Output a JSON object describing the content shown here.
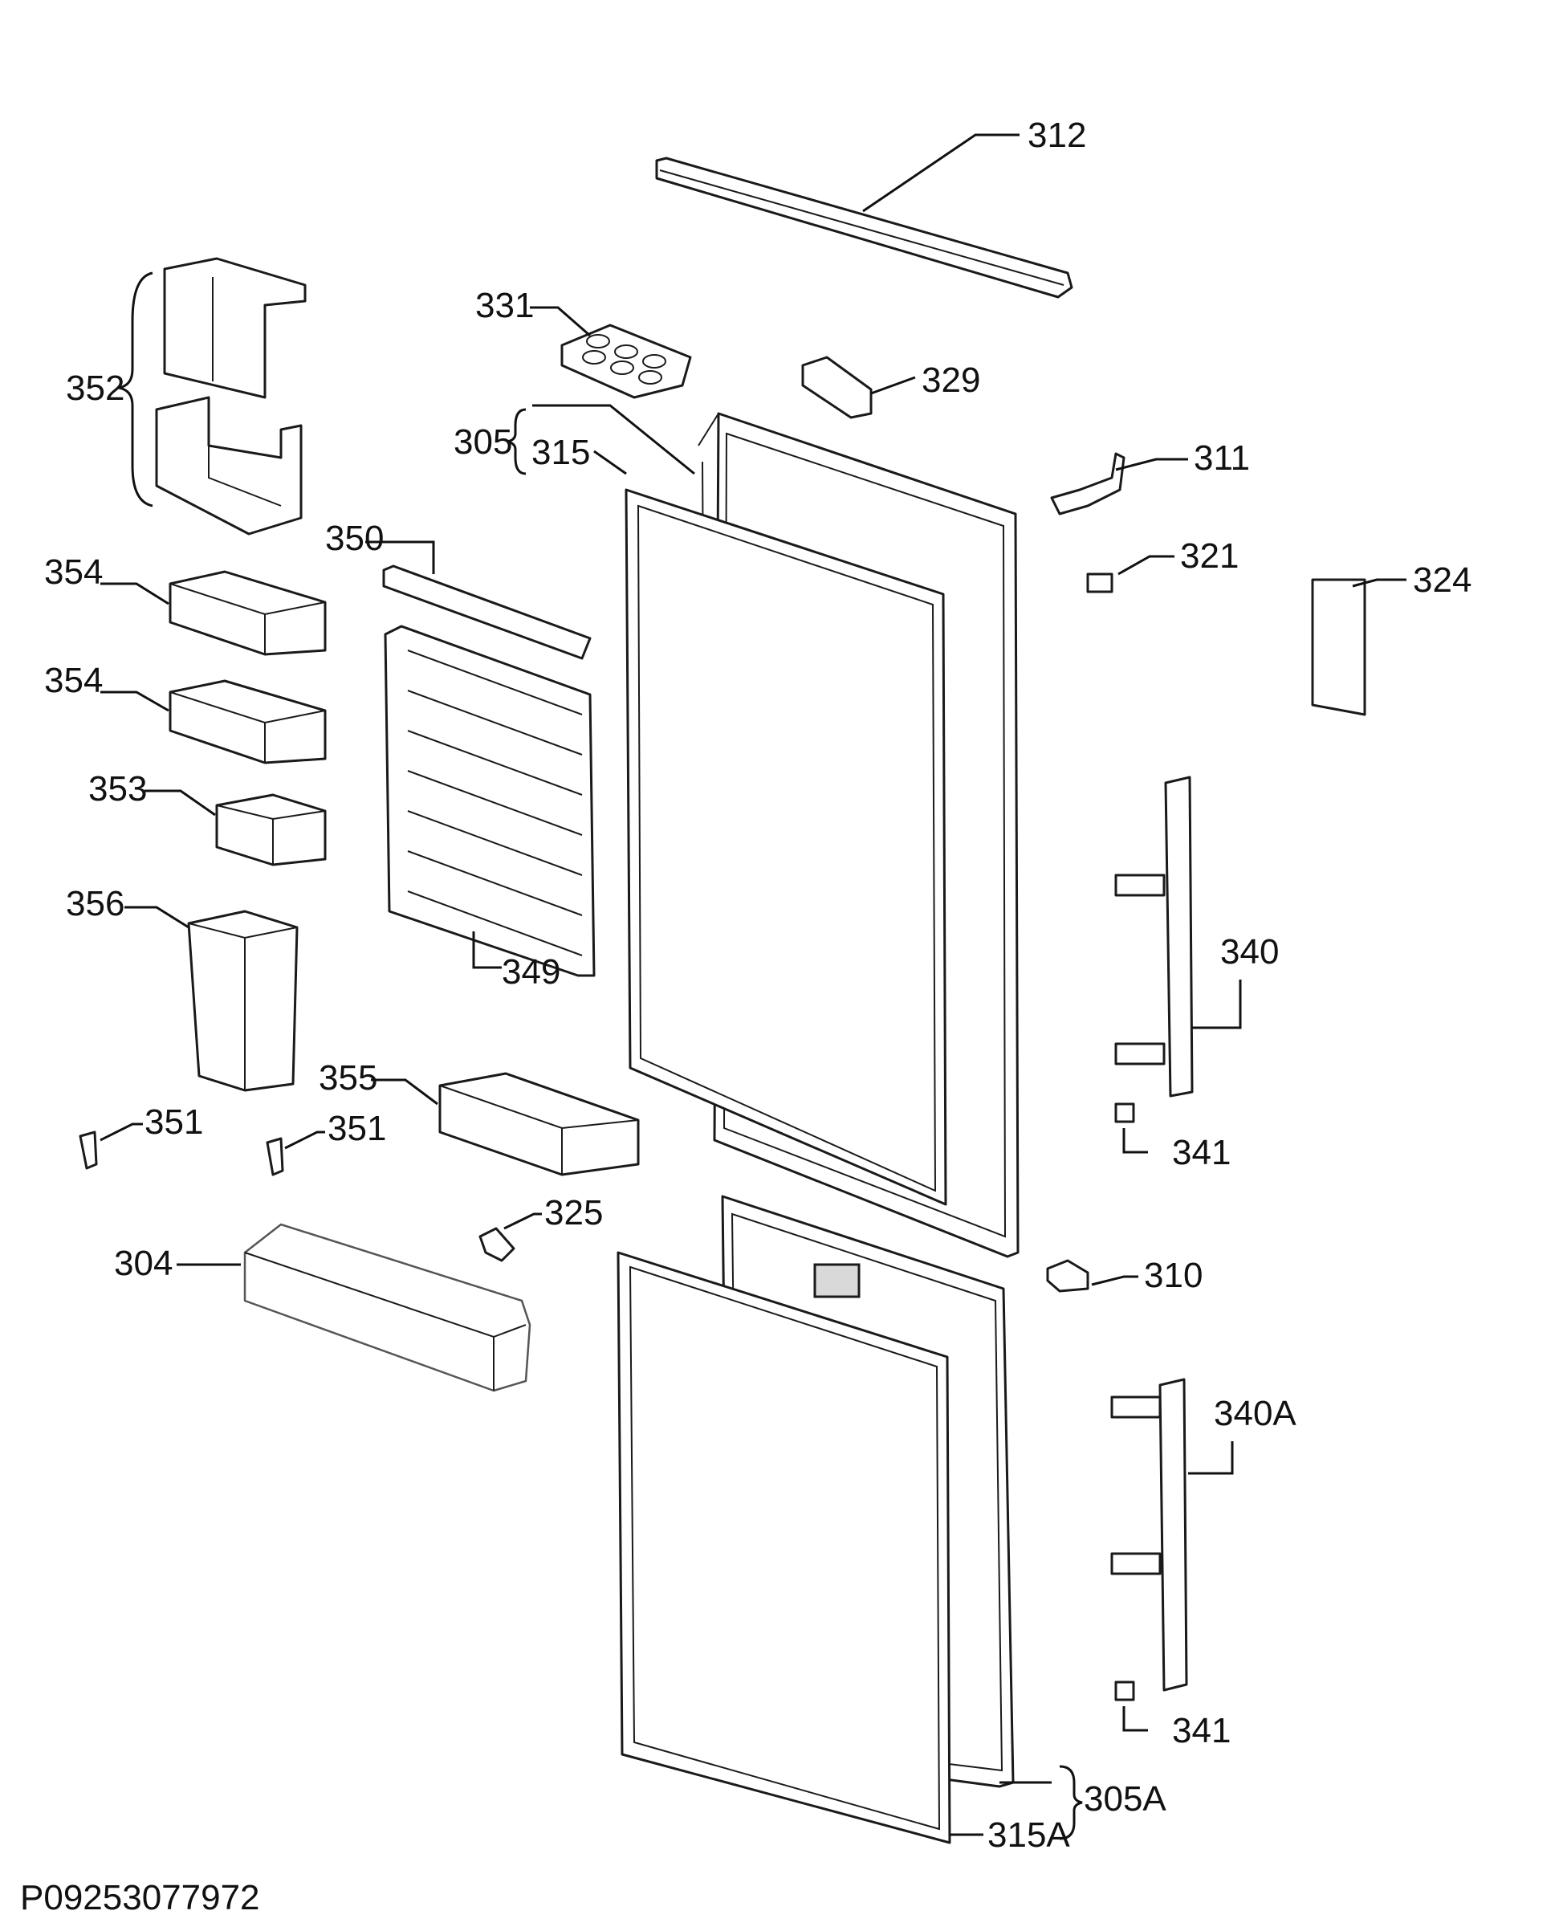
{
  "labels": {
    "p312": "312",
    "p331": "331",
    "p329": "329",
    "p352": "352",
    "p305": "305",
    "p315": "315",
    "p311": "311",
    "p321": "321",
    "p324": "324",
    "p350": "350",
    "p354a": "354",
    "p354b": "354",
    "p353": "353",
    "p356": "356",
    "p349": "349",
    "p340": "340",
    "p341a": "341",
    "p355": "355",
    "p351a": "351",
    "p351b": "351",
    "p325": "325",
    "p304": "304",
    "p310": "310",
    "p340A": "340A",
    "p341b": "341",
    "p305A": "305A",
    "p315A": "315A"
  },
  "diagram_code": "P09253077972",
  "colors": {
    "line": "#1a1a1a",
    "background": "#ffffff"
  }
}
